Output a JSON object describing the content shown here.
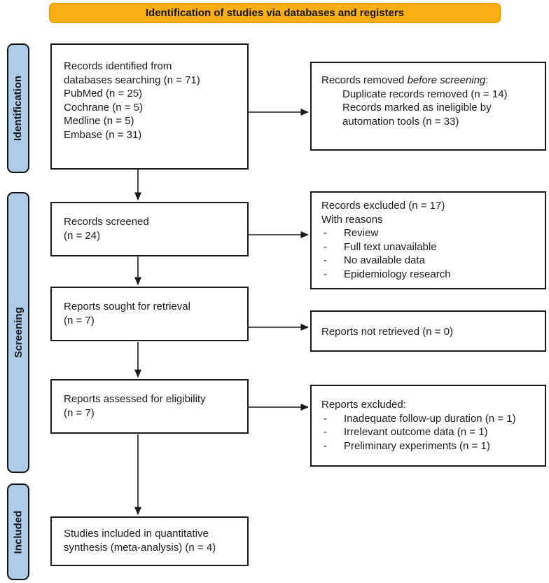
{
  "banner": {
    "label": "Identification of studies via databases and registers"
  },
  "stages": [
    {
      "label": "Identification"
    },
    {
      "label": "Screening"
    },
    {
      "label": "Included"
    }
  ],
  "bullet_char": "-",
  "colors": {
    "banner_fill": "#F9AF13",
    "banner_border": "#EE9D0B",
    "stage_fill": "#AECBE9",
    "box_border": "#1A1A1A",
    "arrow": "#1A1A1A"
  },
  "boxes": {
    "records_identified": {
      "lines": [
        "Records identified from",
        "databases searching (n = 71)",
        "PubMed (n = 25)",
        "Cochrane (n = 5)",
        "Medline (n = 5)",
        "Embase (n = 31)"
      ]
    },
    "records_removed": {
      "title_prefix": "Records removed ",
      "title_italic": "before screening",
      "title_suffix": ":",
      "lines": [
        "Duplicate records removed (n = 14)",
        "Records marked as ineligible by",
        "automation tools (n = 33)"
      ]
    },
    "records_screened": {
      "lines": [
        "Records screened",
        "(n = 24)"
      ]
    },
    "records_excluded": {
      "title": "Records excluded (n = 17)",
      "subtitle": "With reasons",
      "reasons": [
        "Review",
        "Full text unavailable",
        "No available data",
        "Epidemiology research"
      ]
    },
    "reports_sought": {
      "lines": [
        "Reports sought for retrieval",
        "(n = 7)"
      ]
    },
    "reports_not_retrieved": {
      "line": "Reports not retrieved (n = 0)"
    },
    "reports_assessed": {
      "lines": [
        "Reports assessed for eligibility",
        "(n = 7)"
      ]
    },
    "reports_excluded": {
      "title": "Reports excluded:",
      "reasons": [
        "Inadequate follow-up duration (n = 1)",
        "Irrelevant outcome data (n = 1)",
        "Preliminary experiments (n = 1)"
      ]
    },
    "studies_included": {
      "lines": [
        "Studies included in quantitative",
        "synthesis (meta-analysis) (n = 4)"
      ]
    }
  }
}
